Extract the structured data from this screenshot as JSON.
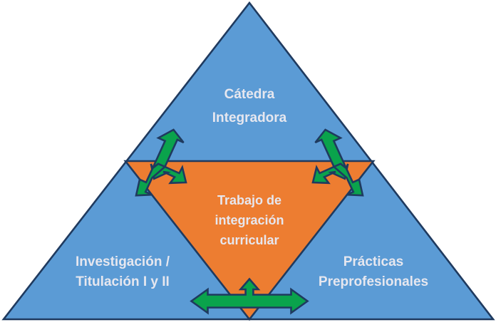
{
  "diagram": {
    "type": "pyramid-triangle-diagram",
    "title": "Trabajo de integración curricular",
    "colors": {
      "outer_triangle_fill": "#5B9BD5",
      "inner_triangle_fill": "#ED7D31",
      "stroke": "#1F3A5F",
      "arrow_fill": "#0AA34C",
      "arrow_stroke": "#1F3A5F",
      "label_text": "#E6E7EF",
      "background": "#FFFFFF"
    },
    "regions": [
      {
        "id": "top",
        "name": "catedra-integradora",
        "fill": "#5B9BD5",
        "lines": [
          "Cátedra",
          "Integradora"
        ]
      },
      {
        "id": "bottom-left",
        "name": "investigacion-titulacion",
        "fill": "#5B9BD5",
        "lines": [
          "Investigación /",
          "Titulación I y II"
        ]
      },
      {
        "id": "bottom-right",
        "name": "practicas-preprofesionales",
        "fill": "#5B9BD5",
        "lines": [
          "Prácticas",
          "Preprofesionales"
        ]
      },
      {
        "id": "center",
        "name": "trabajo-integracion-curricular",
        "fill": "#ED7D31",
        "lines": [
          "Trabajo de",
          "integración",
          "curricular"
        ]
      }
    ],
    "connectors": [
      {
        "id": "left-connector",
        "name": "left-triple-arrow",
        "shape": "three-way-arrow",
        "links": [
          "Cátedra Integradora",
          "Investigación / Titulación I y II",
          "Trabajo de integración curricular"
        ]
      },
      {
        "id": "right-connector",
        "name": "right-triple-arrow",
        "shape": "three-way-arrow",
        "links": [
          "Cátedra Integradora",
          "Prácticas Preprofesionales",
          "Trabajo de integración curricular"
        ]
      },
      {
        "id": "bottom-connector",
        "name": "bottom-triple-arrow",
        "shape": "t-shaped-arrow",
        "links": [
          "Investigación / Titulación I y II",
          "Prácticas Preprofesionales",
          "Trabajo de integración curricular"
        ]
      }
    ]
  }
}
